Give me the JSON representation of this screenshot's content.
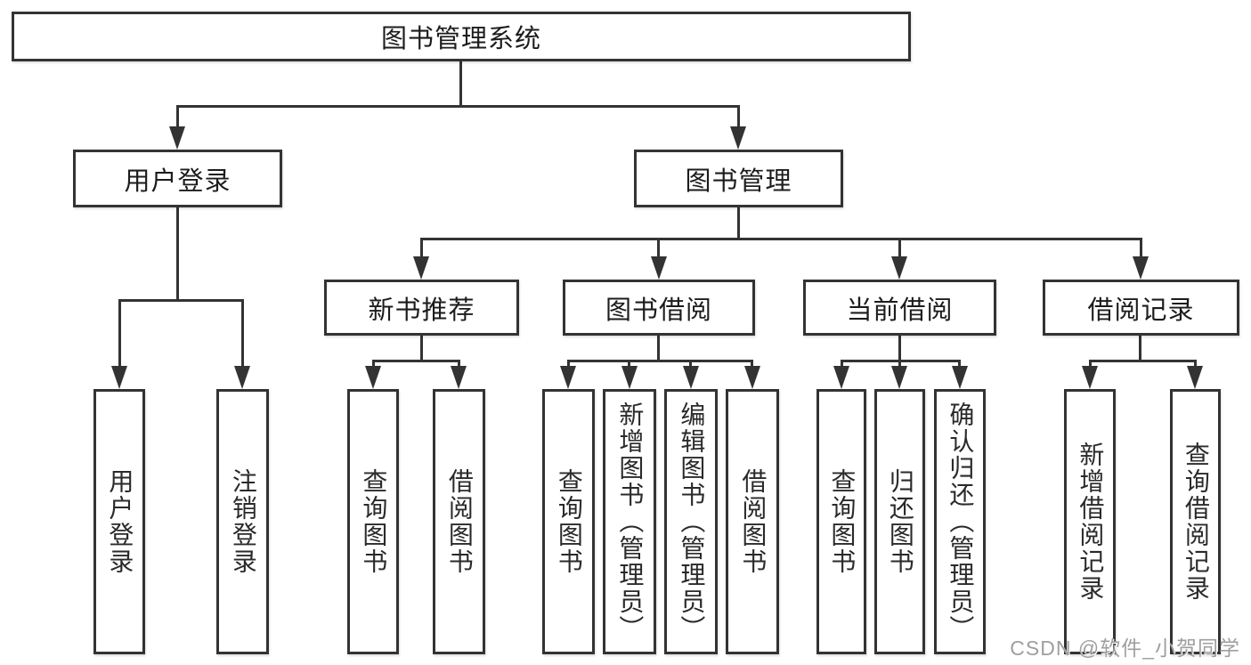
{
  "diagram": {
    "title": "图书管理系统",
    "root": {
      "label": "图书管理系统"
    },
    "user_login": {
      "label": "用户登录",
      "children": [
        {
          "label": "用户登录"
        },
        {
          "label": "注销登录"
        }
      ]
    },
    "book_management": {
      "label": "图书管理",
      "sections": [
        {
          "label": "新书推荐",
          "children": [
            {
              "label": "查询图书"
            },
            {
              "label": "借阅图书"
            }
          ]
        },
        {
          "label": "图书借阅",
          "children": [
            {
              "label": "查询图书"
            },
            {
              "label": "新增图书（管理员）"
            },
            {
              "label": "编辑图书（管理员）"
            },
            {
              "label": "借阅图书"
            }
          ]
        },
        {
          "label": "当前借阅",
          "children": [
            {
              "label": "查询图书"
            },
            {
              "label": "归还图书"
            },
            {
              "label": "确认归还（管理员）"
            }
          ]
        },
        {
          "label": "借阅记录",
          "children": [
            {
              "label": "新增借阅记录"
            },
            {
              "label": "查询借阅记录"
            }
          ]
        }
      ]
    }
  },
  "watermark": {
    "text": "CSDN @软件_小贺同学"
  },
  "colors": {
    "line": "#333333",
    "box_border": "#333333",
    "box_fill": "#ffffff",
    "text": "#1c1c1c",
    "watermark": "#9f9f9f",
    "background": "#ffffff"
  }
}
